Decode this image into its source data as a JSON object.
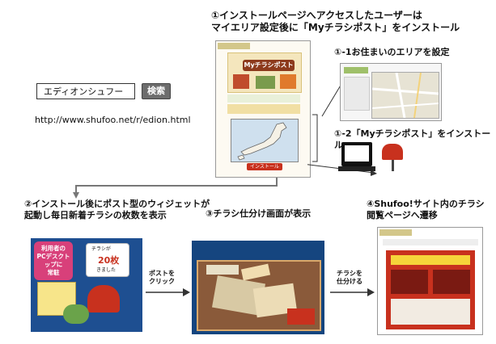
{
  "search": {
    "query": "エディオンシュフー",
    "button_label": "検索"
  },
  "url": "http://www.shufoo.net/r/edion.html",
  "step1": {
    "line1": "①インストールページへアクセスしたユーザーは",
    "line2": "マイエリア設定後に「Myチラシポスト」をインストール"
  },
  "step1_1": {
    "label": "①-1お住まいのエリアを設定"
  },
  "step1_2": {
    "label": "①-2「Myチラシポスト」をインストール"
  },
  "step2": {
    "line1": "②インストール後にポスト型のウィジェットが",
    "line2": "起動し毎日新着チラシの枚数を表示"
  },
  "step3": {
    "label": "③チラシ仕分け画面が表示"
  },
  "step4": {
    "line1": "④Shufoo!サイト内のチラシ",
    "line2": "閲覧ページへ遷移"
  },
  "arrows": {
    "post_click": "ポストを\nクリック",
    "sort_flyer": "チラシを\n仕分ける"
  },
  "widget": {
    "bubble": "利用者の\nPCデスクトップに\n常駐",
    "count_prefix": "チラシが",
    "count": "20枚",
    "count_suffix": "きました"
  },
  "install_page": {
    "title": "Myチラシポスト",
    "install_button": "インストール"
  },
  "colors": {
    "panel_blue": "#1e4f91",
    "accent_red": "#c8311e",
    "callout_pink": "#d8407a",
    "arrow_gray": "#777777"
  }
}
